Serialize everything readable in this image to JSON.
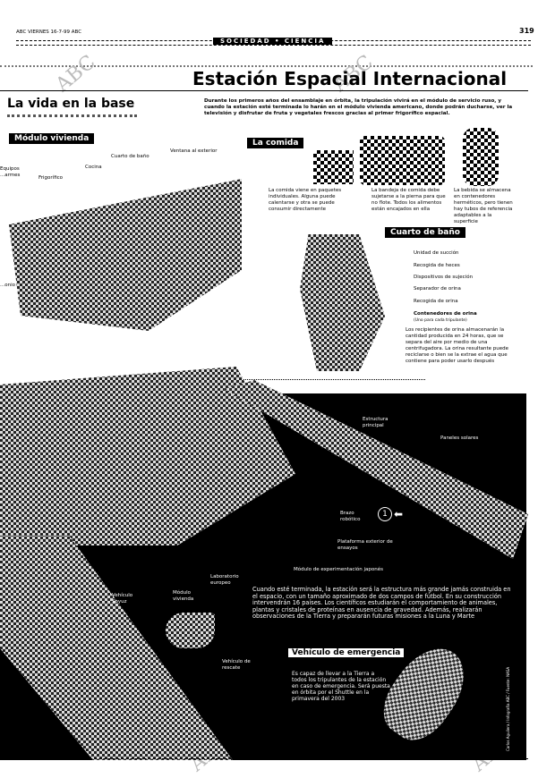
{
  "header": {
    "dateline": "ABC VIERNES 16-7-99 ABC",
    "page_number": "319",
    "section": "SOCIEDAD • CIENCIA"
  },
  "title": "Estación Espacial Internacional",
  "subtitle": "La vida en la base",
  "intro": "Durante los primeros años del ensamblaje en órbita, la tripulación vivirá en el módulo de servicio ruso, y cuando la estación esté terminada lo harán en el módulo vivienda americano, donde podrán ducharse, ver la televisión y disfrutar de fruta y vegetales frescos gracias al primer frigorífico espacial.",
  "modulo_vivienda": {
    "tag": "Módulo vivienda",
    "labels": [
      "Equipos ...armes",
      "Frigorífico",
      "Cocina",
      "Cuarto de baño",
      "Ventana al exterior",
      "...onio"
    ]
  },
  "comida": {
    "tag": "La comida",
    "captions": [
      "La comida viene en paquetes individuales. Alguna puede calentarse y otra se puede consumir directamente",
      "La bandeja de comida debe sujetarse a la pierna para que no flote. Todos los alimentos están encajados en ella",
      "La bebida se almacena en contenedores herméticos, pero tienen hay tubos de referencia adaptables a la superficie"
    ]
  },
  "bano": {
    "tag": "Cuarto de baño",
    "labels": [
      "Unidad de succión",
      "Recogida de heces",
      "Dispositivos de sujeción",
      "Separador de orina",
      "Recogida de orina",
      "Contenedores de orina",
      "(Uno para cada tripulante)"
    ],
    "caption": "Los recipientes de orina almacenarán la cantidad producida en 24 horas, que se separa del aire por medio de una centrifugadora. La orina resultante puede reciclarse o bien se la extrae el agua que contiene para poder usarlo después"
  },
  "station": {
    "labels": [
      "Estructura principal",
      "Paneles solares",
      "Brazo robótico",
      "Plataforma exterior de ensayos",
      "Módulo de experimentación japonés",
      "Laboratorio europeo",
      "Vehículo Soyuz",
      "Módulo vivienda",
      "Vehículo de rescate"
    ],
    "marker": "1"
  },
  "body_text": "Cuando esté terminada, la estación será la estructura más grande jamás construida en el espacio, con un tamaño aproximado de dos campos de fútbol. En su construcción intervendrán 16 países. Los científicos estudiarán el comportamiento de animales, plantas y cristales de proteínas en ausencia de gravedad. Además, realizarán observaciones de la Tierra y prepararán futuras misiones a la Luna y Marte",
  "emergencia": {
    "tag": "Vehículo de emergencia",
    "text": "Es capaz de llevar a la Tierra a todos los tripulantes de la estación en caso de emergencia. Será puesta en órbita por el Shuttle en la primavera del 2003"
  },
  "credit": "Carlos Aguilera / Infografía ABC / Fuente: NASA",
  "watermark": "ABC"
}
